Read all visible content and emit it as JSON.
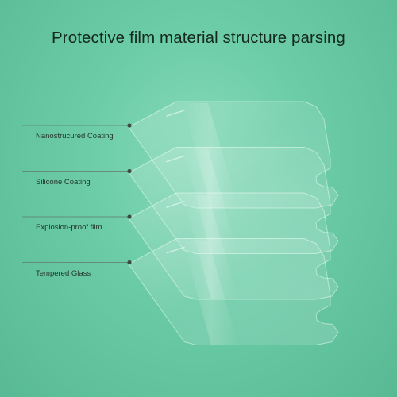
{
  "title": "Protective film material structure parsing",
  "colors": {
    "background": "#6ccca8",
    "line": "#5f7a70",
    "dot": "#3a4a44",
    "glass_stroke": "#e8fbf3"
  },
  "layers": [
    {
      "label": "Nanostrucured Coating"
    },
    {
      "label": "Silicone Coating"
    },
    {
      "label": "Explosion-proof film"
    },
    {
      "label": "Tempered Glass"
    }
  ]
}
